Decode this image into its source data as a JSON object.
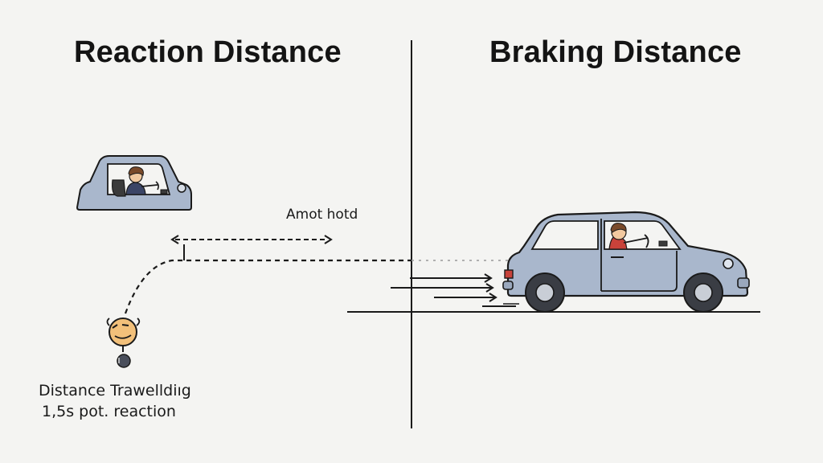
{
  "titles": {
    "left": "Reaction Distance",
    "right": "Braking Distance"
  },
  "annotation": {
    "arrow_label": "Amot hotd"
  },
  "caption": {
    "line1": "Distance Trawelldiıg",
    "line2": "1,5s pot. reaction"
  },
  "colors": {
    "background": "#f4f4f2",
    "car_body": "#a9b7cc",
    "outline": "#1a1a1a",
    "figure_face": "#f2c07a"
  }
}
